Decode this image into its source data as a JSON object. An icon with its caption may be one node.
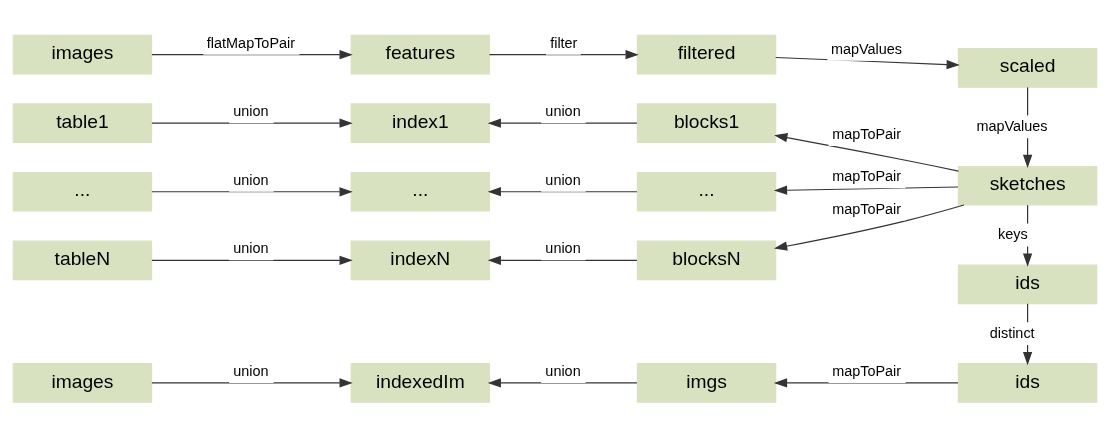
{
  "diagram": {
    "nodes": [
      {
        "text": [
          "images"
        ]
      },
      {
        "text": [
          "features"
        ]
      },
      {
        "text": [
          "filtered"
        ]
      },
      {
        "text": [
          "scaled"
        ]
      },
      {
        "text": [
          "table1"
        ]
      },
      {
        "text": [
          "index1"
        ]
      },
      {
        "text": [
          "blocks1"
        ]
      },
      {
        "text": [
          "sketches"
        ]
      },
      {
        "text": [
          "..."
        ]
      },
      {
        "text": [
          "..."
        ]
      },
      {
        "text": [
          "..."
        ]
      },
      {
        "text": [
          "ids"
        ]
      },
      {
        "text": [
          "tableN"
        ]
      },
      {
        "text": [
          "indexN"
        ]
      },
      {
        "text": [
          "blocksN"
        ]
      },
      {
        "text": [
          "images"
        ]
      },
      {
        "text": [
          "indexedIm"
        ]
      },
      {
        "text": [
          "imgs"
        ]
      },
      {
        "text": [
          "ids"
        ]
      }
    ],
    "edges": [
      {
        "from": 0,
        "to": 1,
        "arrow": "to",
        "label": "flatMapToPair"
      },
      {
        "from": 1,
        "to": 2,
        "arrow": "to",
        "label": "filter"
      },
      {
        "from": 2,
        "to": 3,
        "arrow": "to",
        "label": "mapValues"
      },
      {
        "from": 3,
        "to": 7,
        "arrow": "to",
        "label": "mapValues"
      },
      {
        "from": 4,
        "to": 5,
        "arrow": "to",
        "label": "union"
      },
      {
        "from": 6,
        "to": 5,
        "arrow": "to",
        "label": "union"
      },
      {
        "from": 7,
        "to": 6,
        "arrow": "to",
        "label": "mapToPair"
      },
      {
        "from": 8,
        "to": 9,
        "arrow": "to",
        "label": "union"
      },
      {
        "from": 10,
        "to": 9,
        "arrow": "to",
        "label": "union"
      },
      {
        "from": 7,
        "to": 10,
        "arrow": "to",
        "label": "mapToPair"
      },
      {
        "from": 12,
        "to": 13,
        "arrow": "to",
        "label": "union"
      },
      {
        "from": 14,
        "to": 13,
        "arrow": "to",
        "label": "union"
      },
      {
        "from": 7,
        "to": 14,
        "arrow": "to",
        "label": "mapToPair"
      },
      {
        "from": 7,
        "to": 11,
        "arrow": "to",
        "label": "keys"
      },
      {
        "from": 11,
        "to": 18,
        "arrow": "to",
        "label": "distinct"
      },
      {
        "from": 15,
        "to": 16,
        "arrow": "to",
        "label": "union"
      },
      {
        "from": 17,
        "to": 16,
        "arrow": "to",
        "label": "union"
      },
      {
        "from": 18,
        "to": 17,
        "arrow": "to",
        "label": "mapToPair"
      }
    ]
  }
}
